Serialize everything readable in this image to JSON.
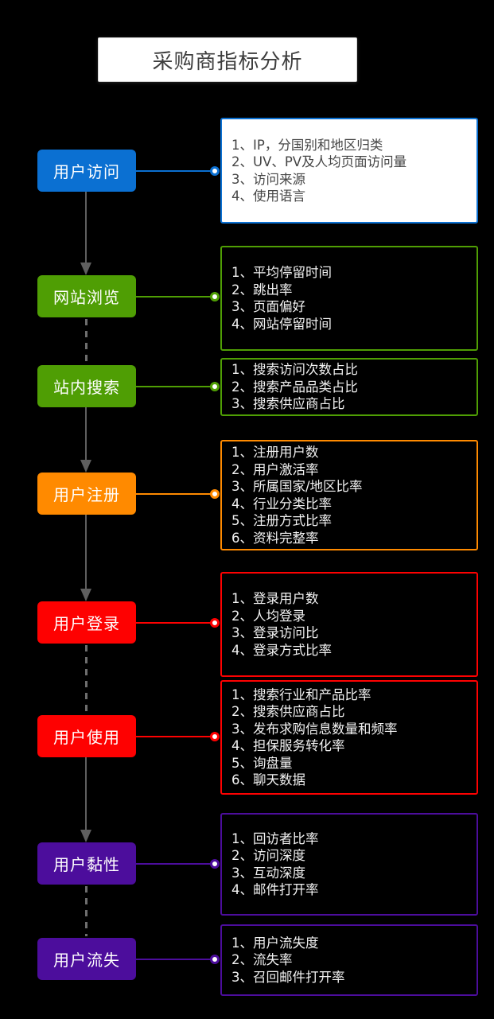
{
  "title": "采购商指标分析",
  "colors": {
    "background": "#000000",
    "connector_gray": "#5f5f5f",
    "title_text": "#3e3e3e",
    "blue": "#0b70d2",
    "green": "#4f9e04",
    "orange": "#ff8a00",
    "red": "#fe0101",
    "purple": "#4c0d9c"
  },
  "nodes": [
    {
      "name": "user-visit",
      "label": "用户访问",
      "color": "#0b70d2",
      "connector_to_next": "solid",
      "detail_fill": "white",
      "items": [
        "1、IP，分国别和地区归类",
        "2、UV、PV及人均页面访问量",
        "3、访问来源",
        "4、使用语言"
      ]
    },
    {
      "name": "site-browse",
      "label": "网站浏览",
      "color": "#4f9e04",
      "connector_to_next": "dashed",
      "detail_fill": "dark",
      "items": [
        "1、平均停留时间",
        "2、跳出率",
        "3、页面偏好",
        "4、网站停留时间"
      ]
    },
    {
      "name": "site-search",
      "label": "站内搜索",
      "color": "#4f9e04",
      "connector_to_next": "solid",
      "detail_fill": "dark",
      "items": [
        "1、搜索访问次数占比",
        "2、搜索产品品类占比",
        "3、搜索供应商占比"
      ]
    },
    {
      "name": "user-register",
      "label": "用户注册",
      "color": "#ff8a00",
      "connector_to_next": "solid",
      "detail_fill": "dark",
      "items": [
        "1、注册用户数",
        "2、用户激活率",
        "3、所属国家/地区比率",
        "4、行业分类比率",
        "5、注册方式比率",
        "6、资料完整率"
      ]
    },
    {
      "name": "user-login",
      "label": "用户登录",
      "color": "#fe0101",
      "connector_to_next": "dashed",
      "detail_fill": "dark",
      "items": [
        "1、登录用户数",
        "2、人均登录",
        "3、登录访问比",
        "4、登录方式比率"
      ]
    },
    {
      "name": "user-usage",
      "label": "用户使用",
      "color": "#fe0101",
      "connector_to_next": "solid",
      "detail_fill": "dark",
      "items": [
        "1、搜索行业和产品比率",
        "2、搜索供应商占比",
        "3、发布求购信息数量和频率",
        "4、担保服务转化率",
        "5、询盘量",
        "6、聊天数据"
      ]
    },
    {
      "name": "user-stickiness",
      "label": "用户黏性",
      "color": "#4c0d9c",
      "connector_to_next": "dashed",
      "detail_fill": "dark",
      "items": [
        "1、回访者比率",
        "2、访问深度",
        "3、互动深度",
        "4、邮件打开率"
      ]
    },
    {
      "name": "user-churn",
      "label": "用户流失",
      "color": "#4c0d9c",
      "connector_to_next": "none",
      "detail_fill": "dark",
      "items": [
        "1、用户流失度",
        "2、流失率",
        "3、召回邮件打开率"
      ]
    }
  ]
}
